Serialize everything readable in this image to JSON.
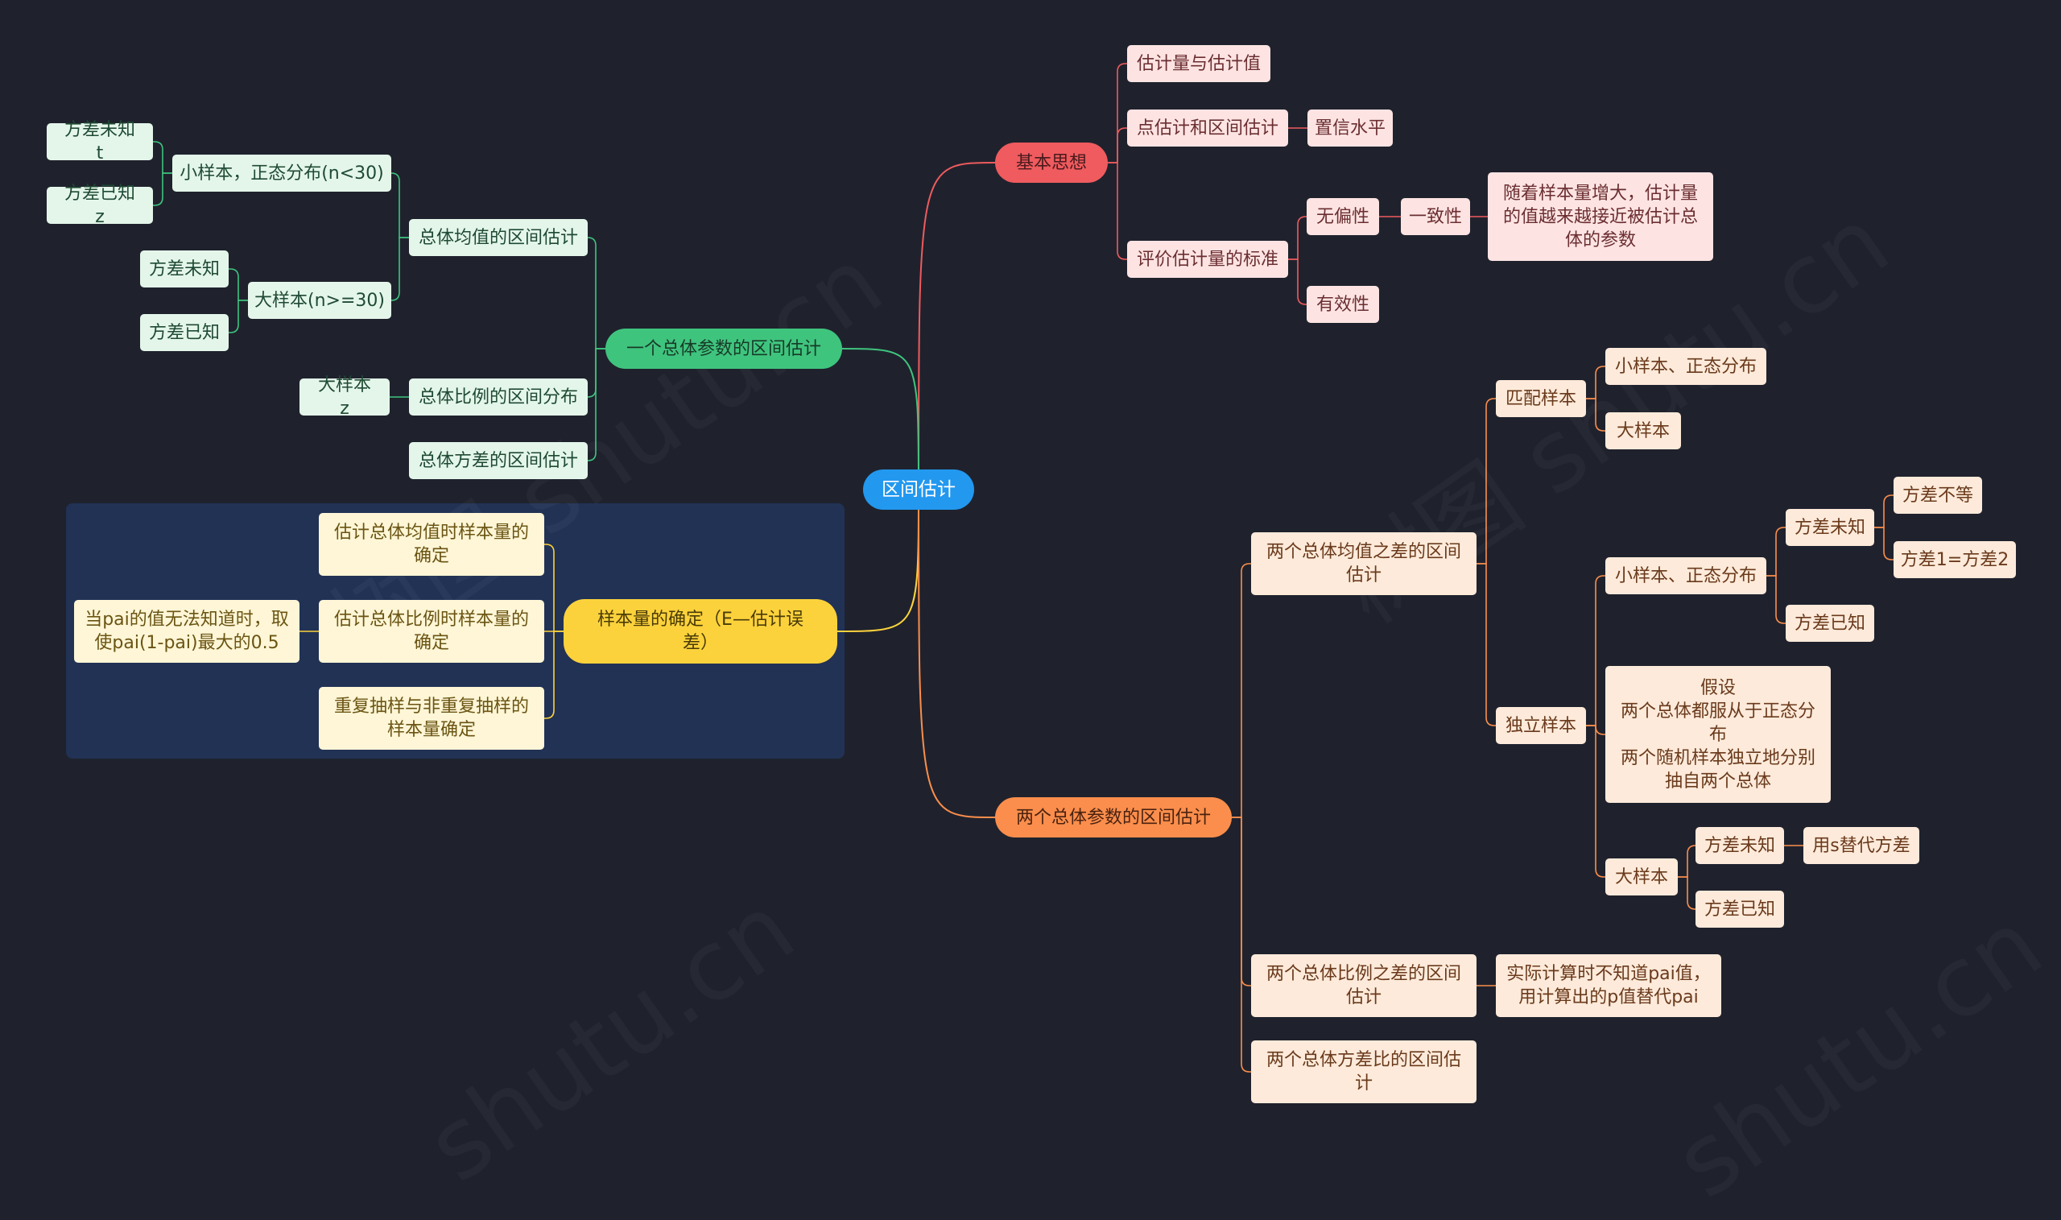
{
  "root": "区间估计",
  "colors": {
    "background": "#1f222d",
    "root": "#2298ef",
    "red": "#ef5b5e",
    "green": "#3fc47e",
    "yellow": "#fcd23c",
    "orange": "#fb8e4c",
    "summary_box": "#213255"
  },
  "branches": {
    "basic": {
      "label": "基本思想",
      "estimator_vs_estimate": "估计量与估计值",
      "point_interval": "点估计和区间估计",
      "confidence_level": "置信水平",
      "criteria": "评价估计量的标准",
      "unbiased": "无偏性",
      "consistency": "一致性",
      "consistency_desc": "随着样本量增大，估计量\n的值越来越接近被估计总\n体的参数",
      "efficiency": "有效性"
    },
    "one_population": {
      "label": "一个总体参数的区间估计",
      "mean": "总体均值的区间估计",
      "small_sample": "小样本，正态分布(n<30)",
      "var_unknown_t": "方差未知　t",
      "var_known_z": "方差已知　z",
      "large_sample": "大样本(n>=30)",
      "var_unknown": "方差未知",
      "var_known": "方差已知",
      "proportion": "总体比例的区间分布",
      "large_sample_z": "大样本　z",
      "variance": "总体方差的区间估计"
    },
    "sample_size": {
      "label": "样本量的确定（E—估计误\n差）",
      "mean_size": "估计总体均值时样本量的\n确定",
      "prop_size": "估计总体比例时样本量的\n确定",
      "pai_note": "当pai的值无法知道时，取\n使pai(1-pai)最大的0.5",
      "replacement": "重复抽样与非重复抽样的\n样本量确定"
    },
    "two_population": {
      "label": "两个总体参数的区间估计",
      "mean_diff": "两个总体均值之差的区间\n估计",
      "matched": "匹配样本",
      "matched_small": "小样本、正态分布",
      "matched_large": "大样本",
      "independent": "独立样本",
      "ind_small": "小样本、正态分布",
      "ind_var_unknown": "方差未知",
      "var_unequal": "方差不等",
      "var_equal": "方差1=方差2",
      "ind_var_known": "方差已知",
      "assumption": "假设\n两个总体都服从于正态分\n布\n两个随机样本独立地分别\n抽自两个总体",
      "ind_large": "大样本",
      "large_var_unknown": "方差未知",
      "s_replace": "用s替代方差",
      "large_var_known": "方差已知",
      "prop_diff": "两个总体比例之差的区间\n估计",
      "prop_note": "实际计算时不知道pai值，\n用计算出的p值替代pai",
      "var_ratio": "两个总体方差比的区间估\n计"
    }
  }
}
